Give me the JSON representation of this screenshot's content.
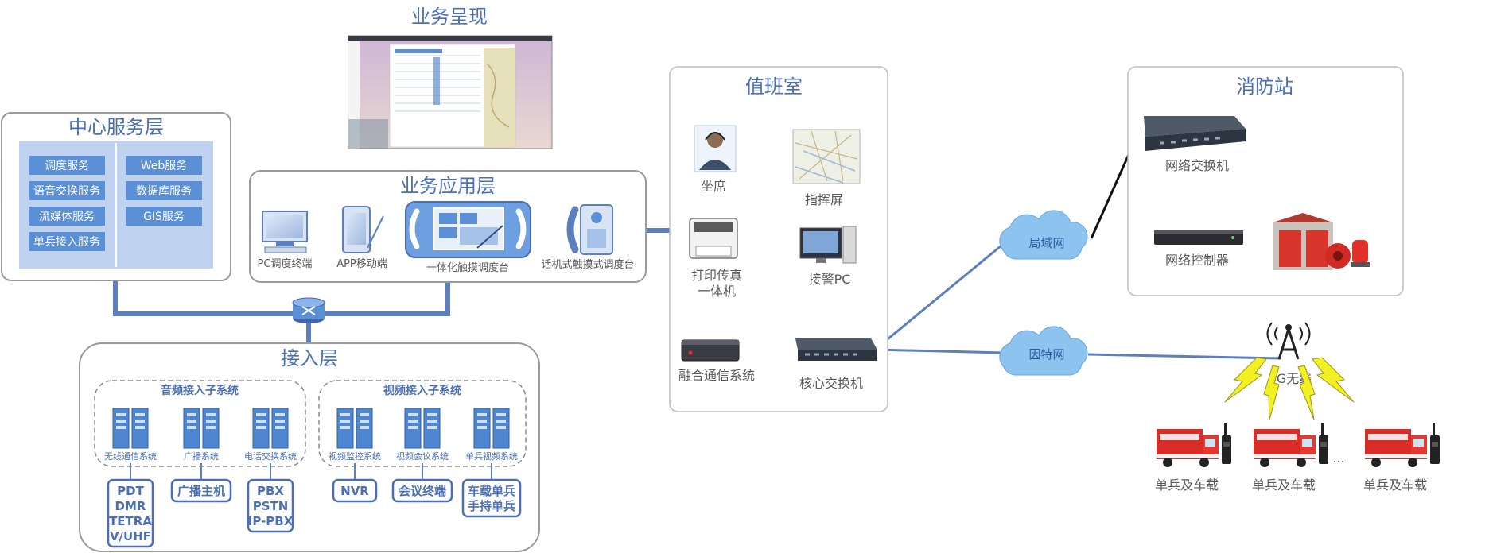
{
  "presentation": {
    "title": "业务呈现"
  },
  "center_layer": {
    "title": "中心服务层",
    "left_services": [
      "调度服务",
      "语音交换服务",
      "流媒体服务",
      "单兵接入服务"
    ],
    "right_services": [
      "Web服务",
      "数据库服务",
      "GIS服务"
    ]
  },
  "app_layer": {
    "title": "业务应用层",
    "items": [
      "PC调度终端",
      "APP移动端",
      "一体化触摸调度台",
      "话机式触摸式调度台"
    ]
  },
  "access_layer": {
    "title": "接入层",
    "audio_group": "音频接入子系统",
    "video_group": "视频接入子系统",
    "systems": [
      "无线通信系统",
      "广播系统",
      "电话交换系统",
      "视频监控系统",
      "视频会议系统",
      "单兵视频系统"
    ],
    "devices": [
      {
        "lines": [
          "PDT",
          "DMR",
          "TETRA",
          "V/UHF"
        ]
      },
      {
        "lines": [
          "广播主机"
        ]
      },
      {
        "lines": [
          "PBX",
          "PSTN",
          "IP-PBX"
        ]
      },
      {
        "lines": [
          "NVR"
        ]
      },
      {
        "lines": [
          "会议终端"
        ]
      },
      {
        "lines": [
          "车载单兵",
          "手持单兵"
        ]
      }
    ]
  },
  "duty_room": {
    "title": "值班室",
    "seat": "坐席",
    "command_screen": "指挥屏",
    "printer_fax": [
      "打印传真",
      "一体机"
    ],
    "alarm_pc": "接警PC",
    "fusion_system": "融合通信系统",
    "core_switch": "核心交换机"
  },
  "networks": {
    "lan": "局域网",
    "internet": "因特网"
  },
  "fire_station": {
    "title": "消防站",
    "switch": "网络交换机",
    "controller": "网络控制器"
  },
  "field": {
    "tower": "4G无线",
    "unit_label": "单兵及车载",
    "ellipsis": "..."
  },
  "colors": {
    "accent": "#4a6fb5",
    "line": "#5b7fbf",
    "panel": "#bdd0ee",
    "service": "#5b8fd6",
    "cloud": "#8cc3ef"
  }
}
